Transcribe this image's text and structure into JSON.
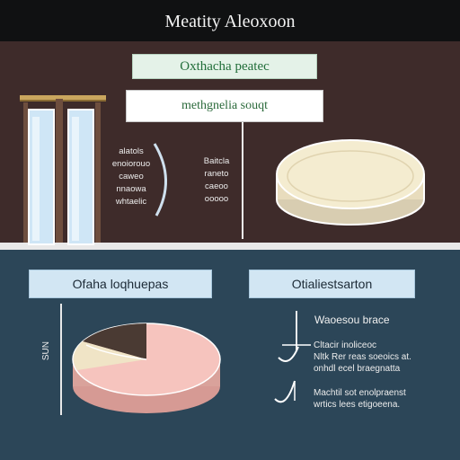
{
  "header": {
    "title": "Meatity Aleoxoon"
  },
  "top_section": {
    "green_label": "Oxthacha peatec",
    "white_label": "methgnelia souqt",
    "note_left": "alatols\nenoiorouo\ncaweo\nnnaowa\nwhtaelic",
    "note_right": "Baitcla\nraneto\ncaeoo\nooooo"
  },
  "bottom_section": {
    "left_label": "Ofaha loqhuepas",
    "right_label": "Otialiestsarton",
    "side_label": "SUN",
    "bullet_heading": "Waoesou brace",
    "bullet_1": "Cltacir inoliceoc\nNltk Rer reas soeoics at.\nonhdl ecel braegnatta",
    "bullet_2": "Machtil sot enolpraenst\nwrtics lees etigoeena."
  },
  "colors": {
    "top_panel": "#3e2b2a",
    "bottom_panel": "#2c4658",
    "dish_fill": "#f4ecd0",
    "pie_main": "#f6c4be",
    "pie_dark": "#4a3a33",
    "pie_light": "#f0e4c6",
    "accent_green": "#226e3a"
  }
}
